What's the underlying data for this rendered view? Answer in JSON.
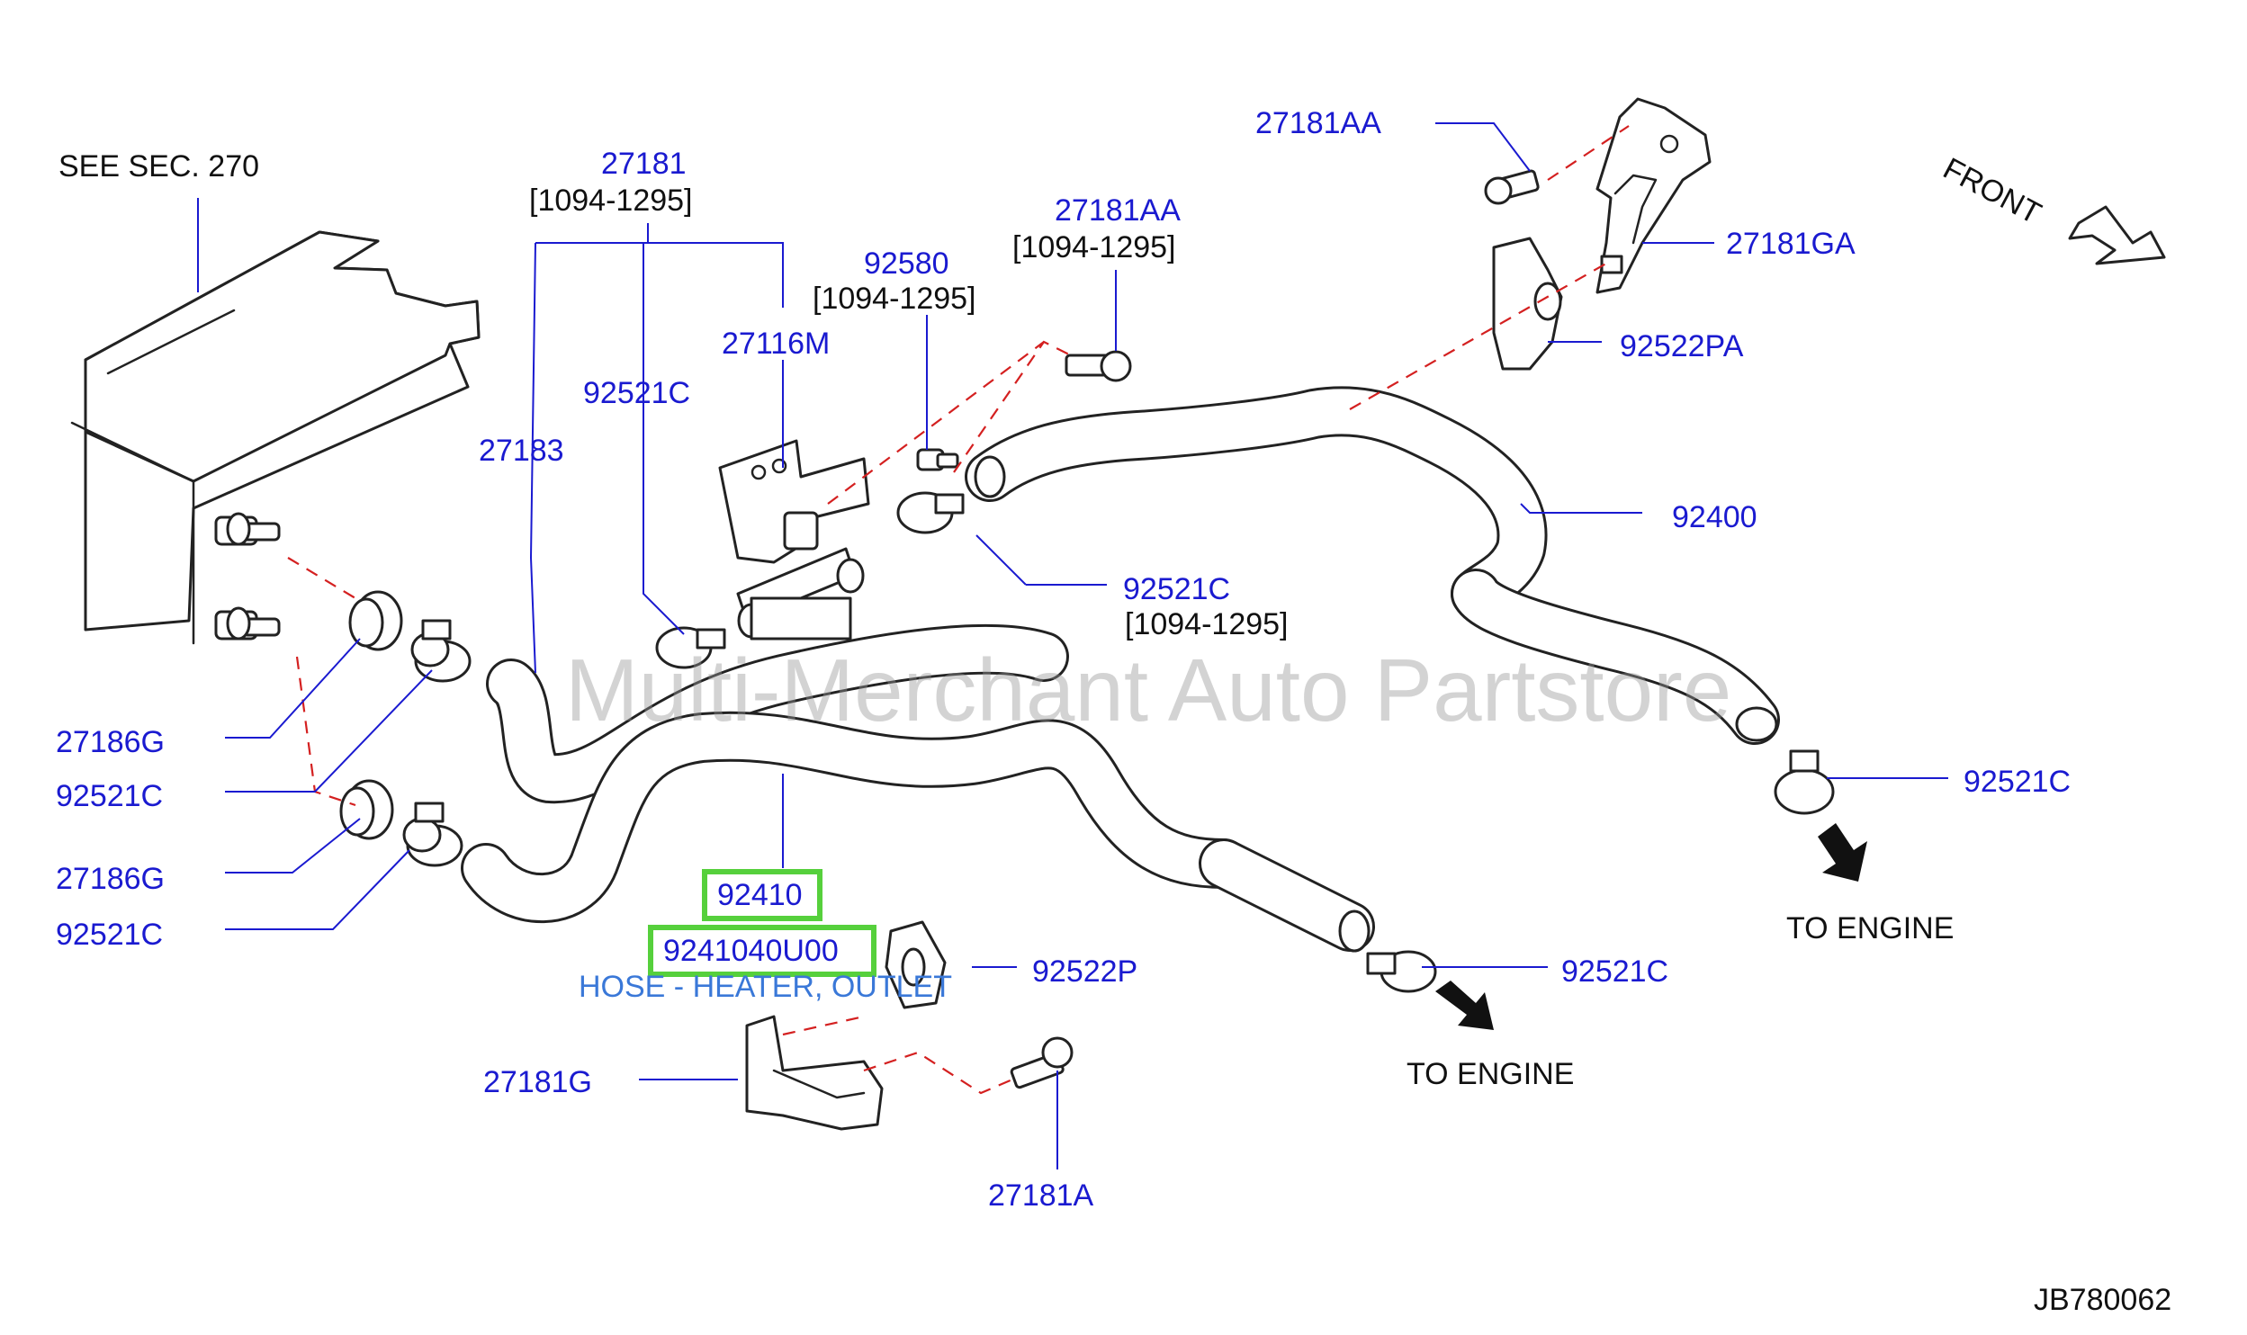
{
  "header": {
    "see_section": "SEE   SEC.   270",
    "front_label": "FRONT"
  },
  "watermark": "Multi-Merchant Auto Partstore",
  "callouts": {
    "c27181": "27181",
    "c27181_range": "[1094-1295]",
    "c27181AA_top": "27181AA",
    "c27181AA_mid": "27181AA",
    "c27181AA_mid_range": "[1094-1295]",
    "c92580": "92580",
    "c92580_range": "[1094-1295]",
    "c27116M": "27116M",
    "c92521C_a": "92521C",
    "c27183": "27183",
    "c27181GA": "27181GA",
    "c92522PA": "92522PA",
    "c92400": "92400",
    "c92521C_b": "92521C",
    "c92521C_b_range": "[1094-1295]",
    "c27186G_a": "27186G",
    "c92521C_c": "92521C",
    "c27186G_b": "27186G",
    "c92521C_d": "92521C",
    "c92521C_e": "92521C",
    "c92521C_f": "92521C",
    "c92522P": "92522P",
    "c27181G": "27181G",
    "c27181A": "27181A",
    "to_engine_a": "TO  ENGINE",
    "to_engine_b": "TO  ENGINE",
    "diagram_code": "JB780062"
  },
  "highlight": {
    "part_ref": "92410",
    "part_number": "9241040U00",
    "part_name": "HOSE - HEATER, OUTLET",
    "highlight_color": "#56d03c"
  },
  "colors": {
    "callout_text": "#1a1ad0",
    "leader_dash": "#d42020",
    "part_name_text": "#3a78d8"
  },
  "icons": [
    "front-arrow-icon",
    "engine-direction-arrow-icon"
  ]
}
